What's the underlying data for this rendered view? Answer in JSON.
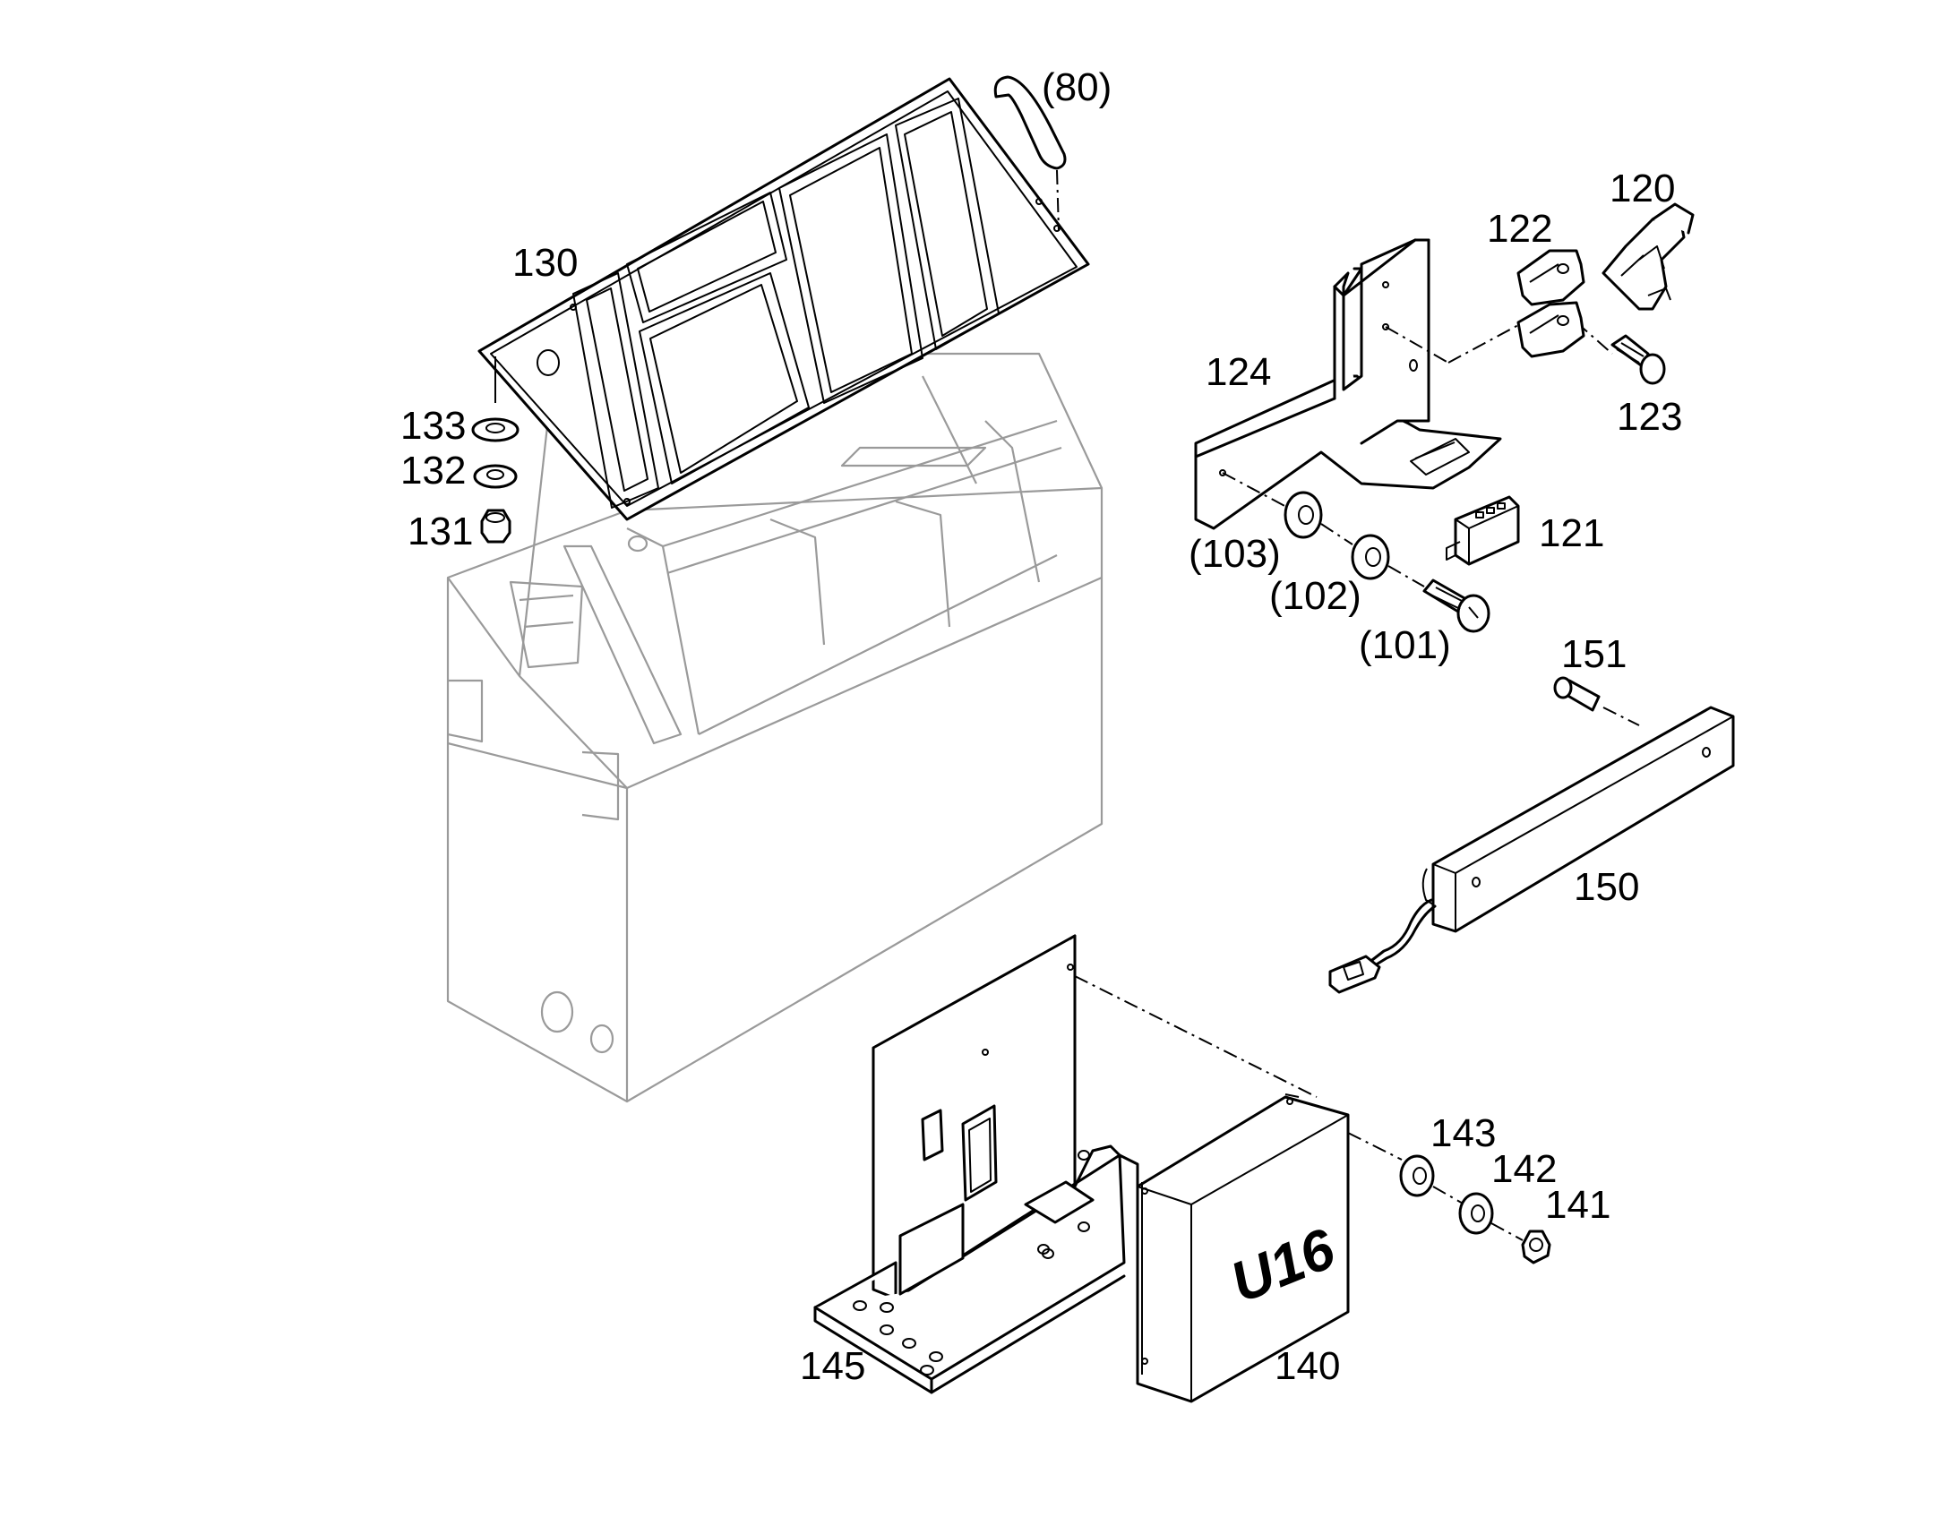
{
  "callouts": {
    "c80": "(80)",
    "c130": "130",
    "c133": "133",
    "c132": "132",
    "c131": "131",
    "c120": "120",
    "c122": "122",
    "c123": "123",
    "c124": "124",
    "c121": "121",
    "c103": "(103)",
    "c102": "(102)",
    "c101": "(101)",
    "c151": "151",
    "c150": "150",
    "c143": "143",
    "c142": "142",
    "c141": "141",
    "c145": "145",
    "c140": "140"
  },
  "module_marking": "U16"
}
